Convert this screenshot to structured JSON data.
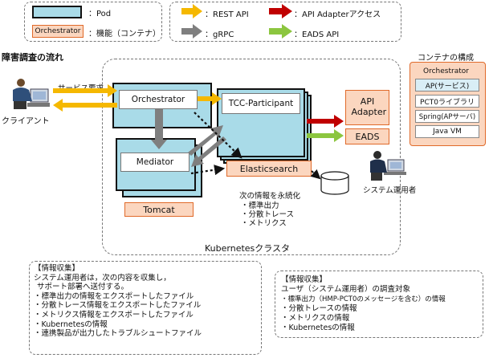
{
  "legend": {
    "pod_label": "：Pod",
    "orchestrator_box": "Orchestrator",
    "function_label": "：機能（コンテナ）",
    "rest_api": "：REST API",
    "grpc": "：gRPC",
    "api_adapter_access": "：API Adapterアクセス",
    "eads_api": "：EADS API"
  },
  "flow_title": "障害調査の流れ",
  "client_label": "クライアント",
  "service_request": "サービス要求",
  "orchestrator": "Orchestrator",
  "tcc_participant": "TCC-Participant",
  "mediator": "Mediator",
  "tomcat": "Tomcat",
  "elasticsearch": "Elasticsearch",
  "api_adapter": "API Adapter",
  "eads": "EADS",
  "kubernetes_cluster": "Kubernetesクラスタ",
  "persist": {
    "title": "次の情報を永続化",
    "items": [
      "・標準出力",
      "・分散トレース",
      "・メトリクス"
    ]
  },
  "sysop_label": "システム運用者",
  "container_structure": {
    "title": "コンテナの構成",
    "layers": [
      "Orchestrator",
      "AP(サービス)",
      "PCT0ライブラリ",
      "Spring(APサーバ)",
      "Java VM"
    ]
  },
  "info_left": {
    "lines": [
      "【情報収集】",
      "システム運用者は，次の内容を収集し，",
      "サポート部署へ送付する。",
      "・標準出力の情報をエクスポートしたファイル",
      "・分散トレース情報をエクスポートしたファイル",
      "・メトリクス情報をエクスポートしたファイル",
      "・Kubernetesの情報",
      "・連携製品が出力したトラブルシュートファイル"
    ]
  },
  "info_right": {
    "lines": [
      "【情報収集】",
      "ユーザ（システム運用者）の調査対象",
      "・標準出力（HMP-PCT0のメッセージを含む）の情報",
      "・分散トレースの情報",
      "・メトリクスの情報",
      "・Kubernetesの情報"
    ]
  },
  "colors": {
    "pod": "#a9dbe8",
    "function_box": "#fbd6bf",
    "function_border": "#e06a2a",
    "rest_arrow": "#f5b800",
    "grpc_arrow": "#7f7f7f",
    "adapter_arrow": "#c00000",
    "eads_arrow": "#8cc63f"
  }
}
